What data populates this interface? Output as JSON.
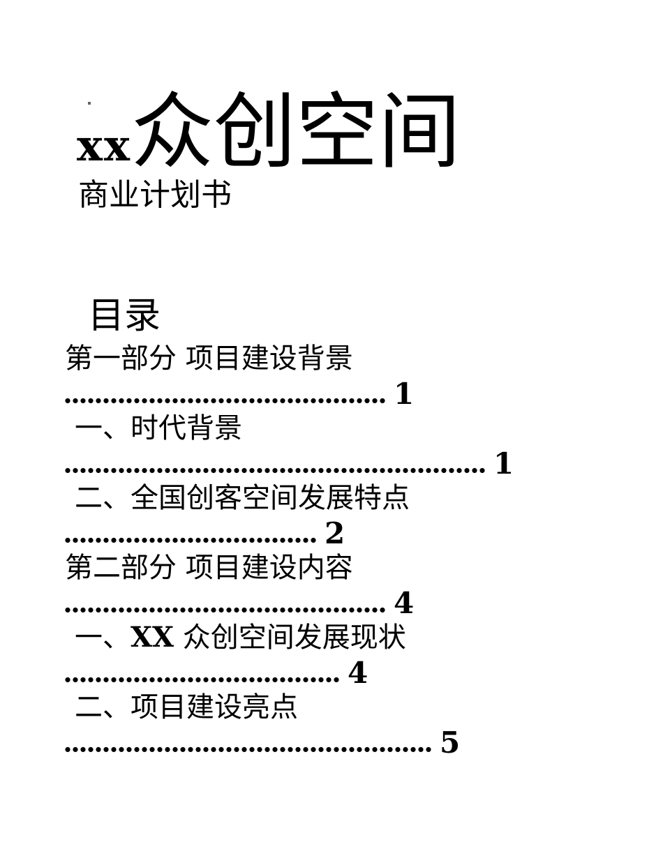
{
  "title": {
    "prefix": "xx",
    "main": "众创空间",
    "subtitle": "商业计划书"
  },
  "toc": {
    "heading": "目录",
    "entries": [
      {
        "level": 1,
        "pre": "第一部分 项目建设背景",
        "bold": "",
        "post": "",
        "dots": 42,
        "page": "1"
      },
      {
        "level": 2,
        "pre": "一、时代背景",
        "bold": "",
        "post": "",
        "dots": 55,
        "page": "1"
      },
      {
        "level": 2,
        "pre": "二、全国创客空间发展特点",
        "bold": "",
        "post": "",
        "dots": 33,
        "page": "2"
      },
      {
        "level": 1,
        "pre": "第二部分 项目建设内容",
        "bold": "",
        "post": "",
        "dots": 42,
        "page": "4"
      },
      {
        "level": 2,
        "pre": "一、",
        "bold": "XX",
        "post": " 众创空间发展现状",
        "dots": 36,
        "page": "4"
      },
      {
        "level": 2,
        "pre": "二、项目建设亮点",
        "bold": "",
        "post": "",
        "dots": 48,
        "page": "5"
      }
    ]
  },
  "colors": {
    "background": "#ffffff",
    "text": "#000000"
  }
}
